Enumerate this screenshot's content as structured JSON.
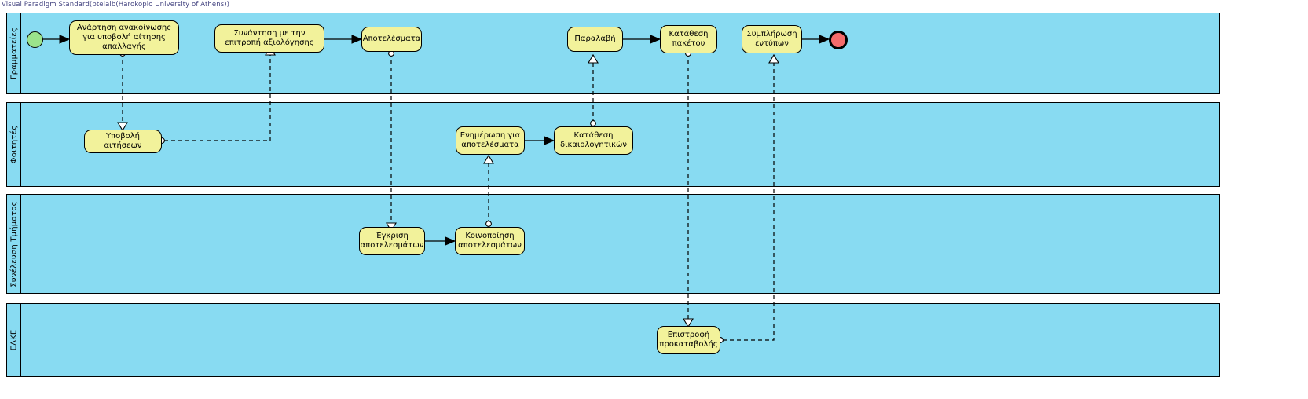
{
  "watermark": "Visual Paradigm Standard(btelalb(Harokopio University of Athens))",
  "diagram": {
    "type": "bpmn-collaboration",
    "colors": {
      "lane_fill": "#88DBF2",
      "task_fill": "#F2F29B",
      "start_event_fill": "#9BE38B",
      "end_event_fill": "#F56B6B",
      "stroke": "#000000"
    }
  },
  "lanes": [
    {
      "id": "lane-grammateies",
      "label": "Γραμματείες"
    },
    {
      "id": "lane-foitites",
      "label": "Φοιτητές"
    },
    {
      "id": "lane-synelefsi",
      "label": "Συνέλευση Τμήματος"
    },
    {
      "id": "lane-elke",
      "label": "ΕΛΚΕ"
    }
  ],
  "events": [
    {
      "id": "start",
      "kind": "start",
      "lane": "lane-grammateies"
    },
    {
      "id": "end",
      "kind": "end",
      "lane": "lane-grammateies"
    }
  ],
  "tasks": [
    {
      "id": "t1",
      "lane": "lane-grammateies",
      "label": "Ανάρτηση ανακοίνωσης για υποβολή αίτησης απαλλαγής"
    },
    {
      "id": "t2",
      "lane": "lane-grammateies",
      "label": "Συνάντηση με την επιτροπή αξιολόγησης"
    },
    {
      "id": "t3",
      "lane": "lane-grammateies",
      "label": "Αποτελέσματα"
    },
    {
      "id": "t4",
      "lane": "lane-grammateies",
      "label": "Παραλαβή"
    },
    {
      "id": "t5",
      "lane": "lane-grammateies",
      "label": "Κατάθεση πακέτου"
    },
    {
      "id": "t6",
      "lane": "lane-grammateies",
      "label": "Συμπλήρωση εντύπων"
    },
    {
      "id": "t7",
      "lane": "lane-foitites",
      "label": "Υποβολή αιτήσεων"
    },
    {
      "id": "t8",
      "lane": "lane-foitites",
      "label": "Ενημέρωση για αποτελέσματα"
    },
    {
      "id": "t9",
      "lane": "lane-foitites",
      "label": "Κατάθεση δικαιολογητικών"
    },
    {
      "id": "t10",
      "lane": "lane-synelefsi",
      "label": "Έγκριση αποτελεσμάτων"
    },
    {
      "id": "t11",
      "lane": "lane-synelefsi",
      "label": "Κοινοποίηση αποτελεσμάτων"
    },
    {
      "id": "t12",
      "lane": "lane-elke",
      "label": "Επιστροφή προκαταβολής"
    }
  ]
}
